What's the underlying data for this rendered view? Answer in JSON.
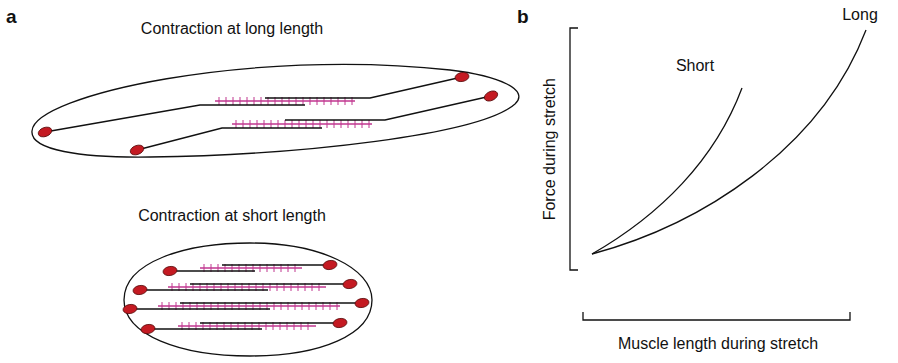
{
  "diagram": {
    "labels": [
      "a",
      "Contraction at long length",
      "Contraction at short length",
      "b",
      "Short",
      "Long",
      "Force during stretch",
      "Muscle length during stretch"
    ]
  }
}
